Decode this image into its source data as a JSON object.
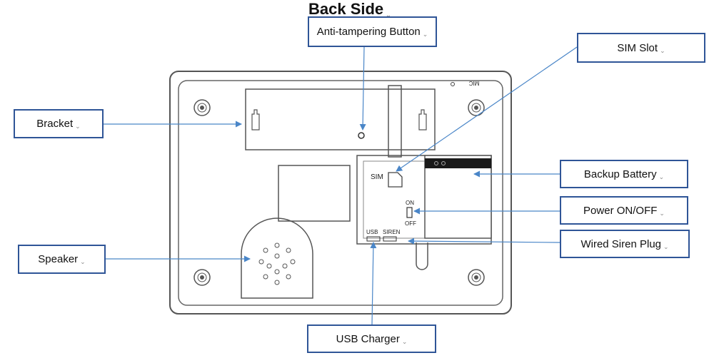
{
  "diagram": {
    "title": "Back Side",
    "labels": {
      "anti_tampering": "Anti-tampering Button",
      "sim_slot": "SIM Slot",
      "bracket": "Bracket",
      "backup_battery": "Backup Battery",
      "power": "Power ON/OFF",
      "siren": "Wired Siren Plug",
      "speaker": "Speaker",
      "usb_charger": "USB Charger"
    },
    "device_text": {
      "sim": "SIM",
      "on": "ON",
      "off": "OFF",
      "usb": "USB",
      "siren": "SIREN",
      "mic": "MIC"
    },
    "colors": {
      "box_border": "#2f5597",
      "leader_line": "#4a86c8",
      "device_outline": "#555555"
    }
  }
}
